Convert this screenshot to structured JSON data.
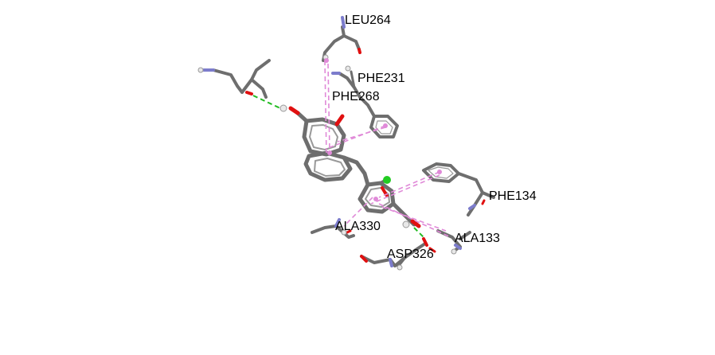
{
  "residues": {
    "leu264": "LEU264",
    "phe231": "PHE231",
    "phe268": "PHE268",
    "phe134": "PHE134",
    "ala330": "ALA330",
    "ala133": "ALA133",
    "asp326": "ASP326"
  },
  "colors": {
    "carbon": "#7a7a7a",
    "oxygen": "#e01010",
    "nitrogen": "#7c7ccc",
    "hydrogen": "#e8e8e8",
    "chlorine": "#22cc22",
    "hbond": "#22bb22",
    "pi_interaction": "#e08ad8",
    "background": "#ffffff"
  }
}
